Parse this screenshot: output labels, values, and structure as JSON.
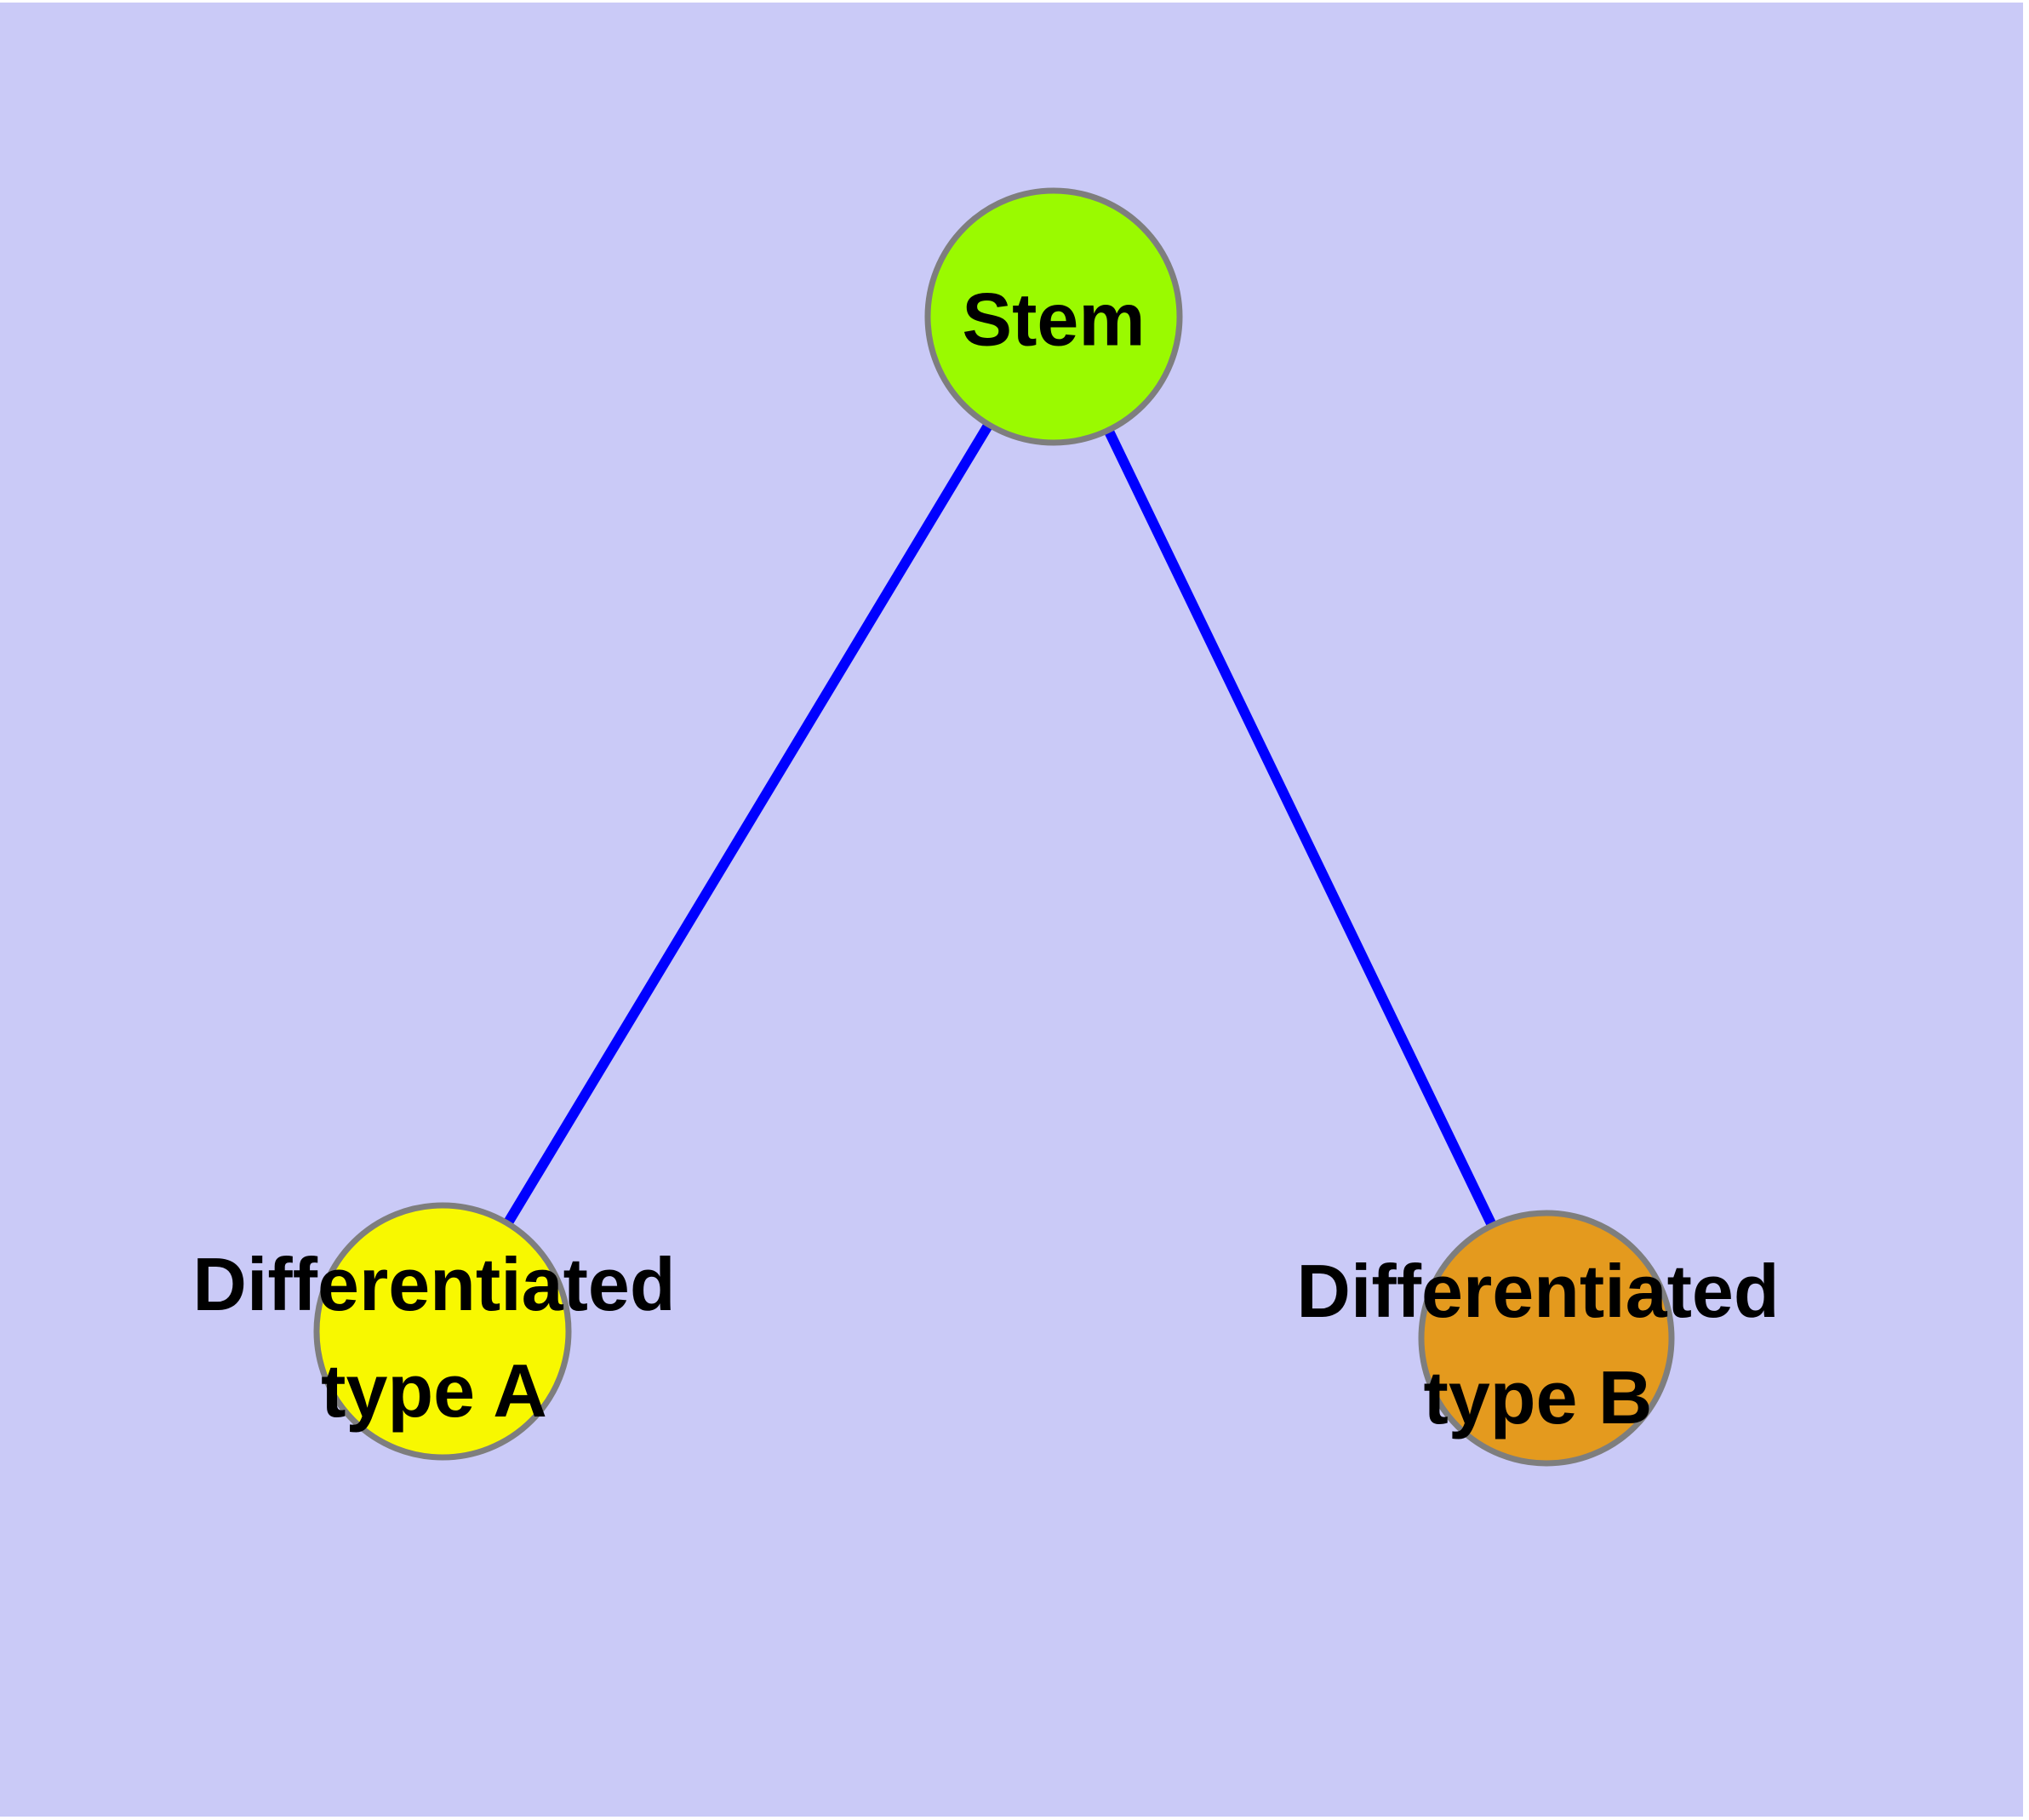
{
  "diagram": {
    "type": "network-graph",
    "background_color": "#CACAF7",
    "margin_color": "#FFFFFF",
    "text_color": "#000000",
    "edge_color": "#0000FF",
    "node_border_color": "#7E7E7E",
    "nodes": [
      {
        "id": "stem",
        "label": "Stem",
        "color": "#9AFA00"
      },
      {
        "id": "differentiated-type-a",
        "label": "Differentiated\ntype A",
        "color": "#F8F800"
      },
      {
        "id": "differentiated-type-b",
        "label": "Differentiated\ntype B",
        "color": "#E49A1E"
      }
    ],
    "edges": [
      {
        "from": "Stem",
        "to": "Differentiated type A"
      },
      {
        "from": "Stem",
        "to": "Differentiated type B"
      }
    ]
  }
}
